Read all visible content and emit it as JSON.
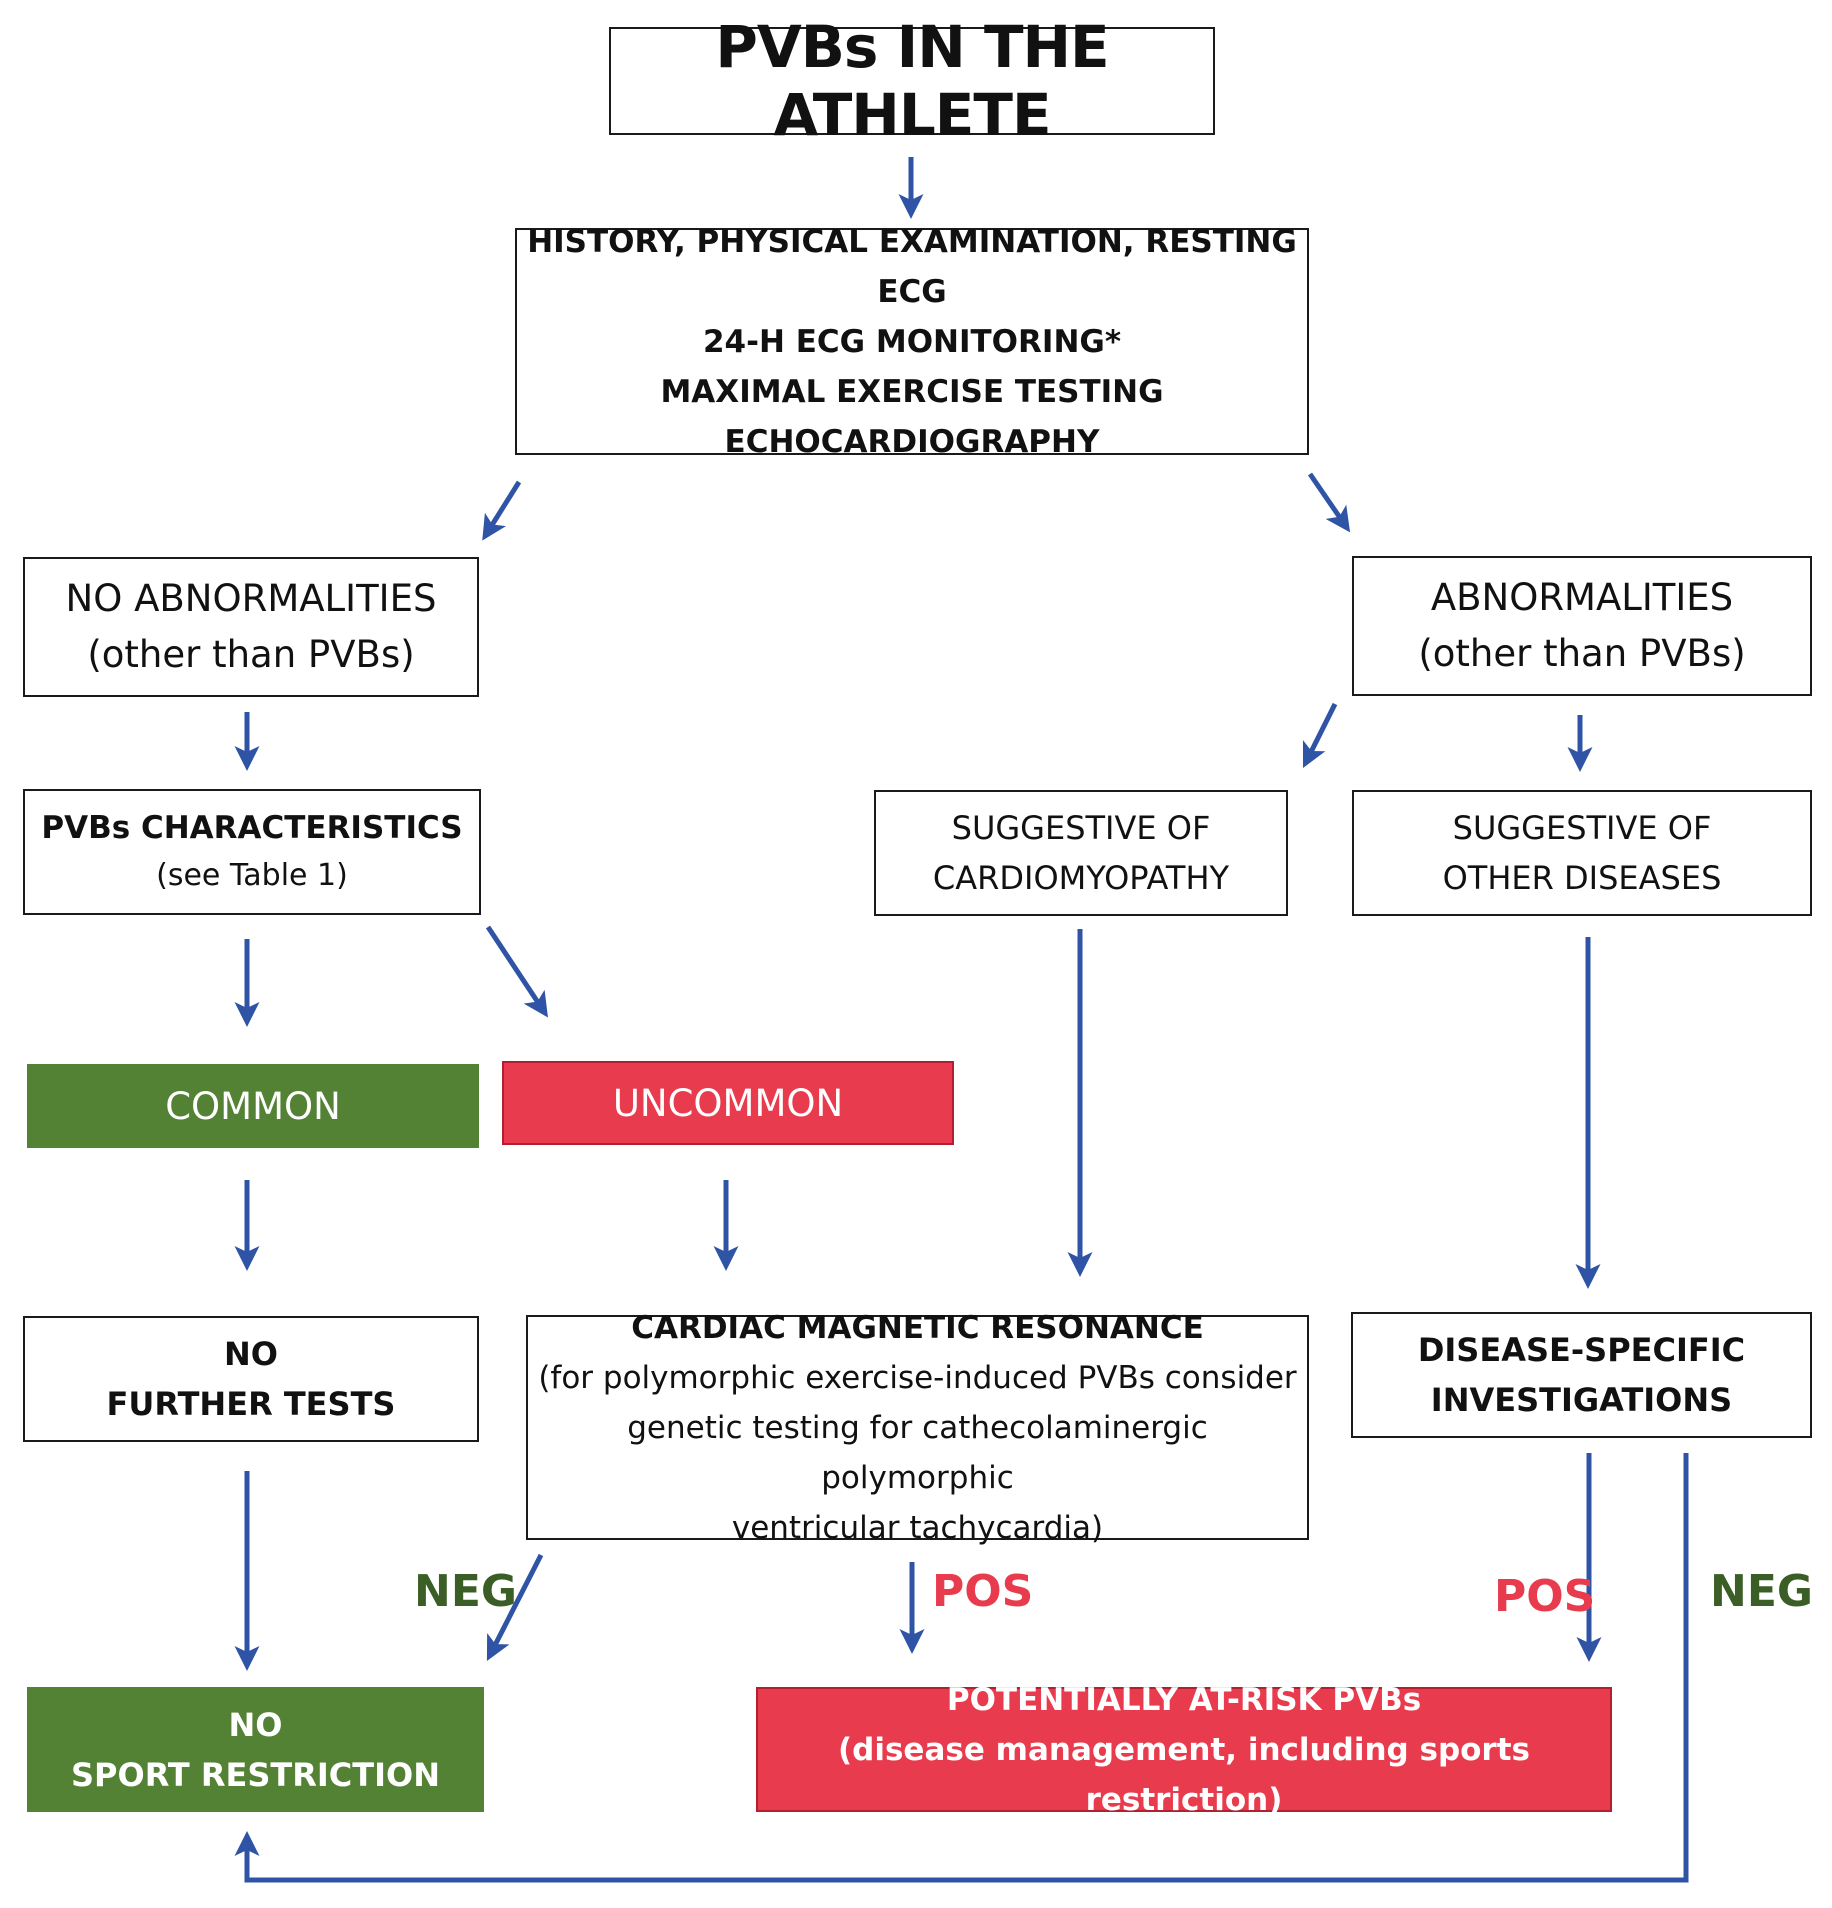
{
  "title": "PVBs IN THE ATHLETE",
  "evaluation": {
    "line1": "HISTORY, PHYSICAL EXAMINATION, RESTING ECG",
    "line2": "24-H ECG MONITORING*",
    "line3": "MAXIMAL EXERCISE TESTING",
    "line4": "ECHOCARDIOGRAPHY"
  },
  "no_abnormalities": {
    "line1": "NO ABNORMALITIES",
    "line2": "(other than PVBs)"
  },
  "abnormalities": {
    "line1": "ABNORMALITIES",
    "line2": "(other than PVBs)"
  },
  "pvb_characteristics": {
    "line1": "PVBs  CHARACTERISTICS",
    "line2": "(see Table 1)"
  },
  "suggestive_cardiomyopathy": {
    "line1": "SUGGESTIVE OF",
    "line2": "CARDIOMYOPATHY"
  },
  "suggestive_other": {
    "line1": "SUGGESTIVE OF",
    "line2": "OTHER DISEASES"
  },
  "common": "COMMON",
  "uncommon": "UNCOMMON",
  "no_further_tests": {
    "line1": "NO",
    "line2": "FURTHER TESTS"
  },
  "cmr": {
    "line1": "CARDIAC MAGNETIC RESONANCE",
    "line2": "(for polymorphic exercise-induced PVBs consider",
    "line3": "genetic testing for cathecolaminergic polymorphic",
    "line4": "ventricular tachycardia)"
  },
  "disease_specific": {
    "line1": "DISEASE-SPECIFIC",
    "line2": "INVESTIGATIONS"
  },
  "no_sport_restriction": {
    "line1": "NO",
    "line2": "SPORT RESTRICTION"
  },
  "at_risk": {
    "line1": "POTENTIALLY AT-RISK PVBs",
    "line2": "(disease management, including sports restriction)"
  },
  "labels": {
    "neg_left": "NEG",
    "pos_center": "POS",
    "pos_right": "POS",
    "neg_right": "NEG"
  },
  "colors": {
    "arrow": "#2f54a5",
    "green": "#548235",
    "red": "#e83b4d",
    "neg_text": "#3b5e27",
    "pos_text": "#e83b4d"
  }
}
